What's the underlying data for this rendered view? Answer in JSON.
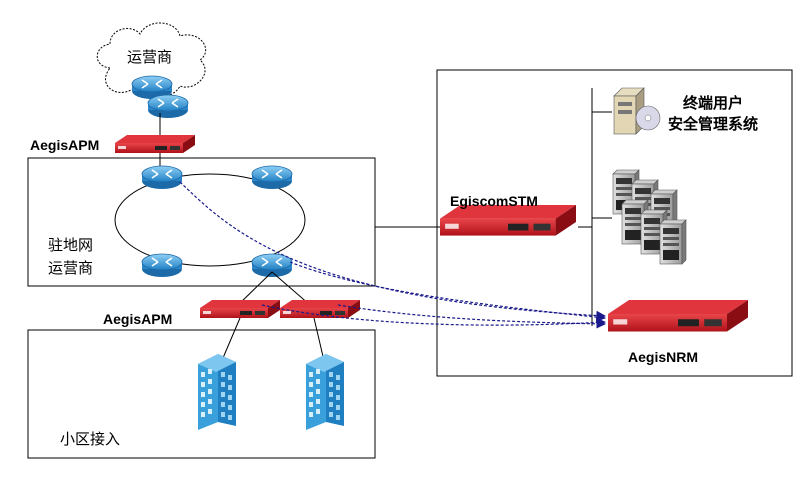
{
  "labels": {
    "isp_cloud": "运营商",
    "apm_top": "AegisAPM",
    "local_isp_line1": "驻地网",
    "local_isp_line2": "运营商",
    "apm_bottom": "AegisAPM",
    "community_access": "小区接入",
    "stm": "EgiscomSTM",
    "user_mgmt_line1": "终端用户",
    "user_mgmt_line2": "安全管理系统",
    "nrm": "AegisNRM"
  },
  "colors": {
    "device_red": "#c8161d",
    "device_dark": "#7a0b0f",
    "router_blue": "#3a9ad9",
    "building_blue": "#3aa0dc",
    "arrow_blue": "#1a1a8c",
    "box_border": "#000000"
  },
  "icons": {
    "router": "router-icon",
    "appliance": "network-appliance-icon",
    "server": "server-icon",
    "building": "office-building-icon",
    "cloud": "cloud-icon"
  }
}
